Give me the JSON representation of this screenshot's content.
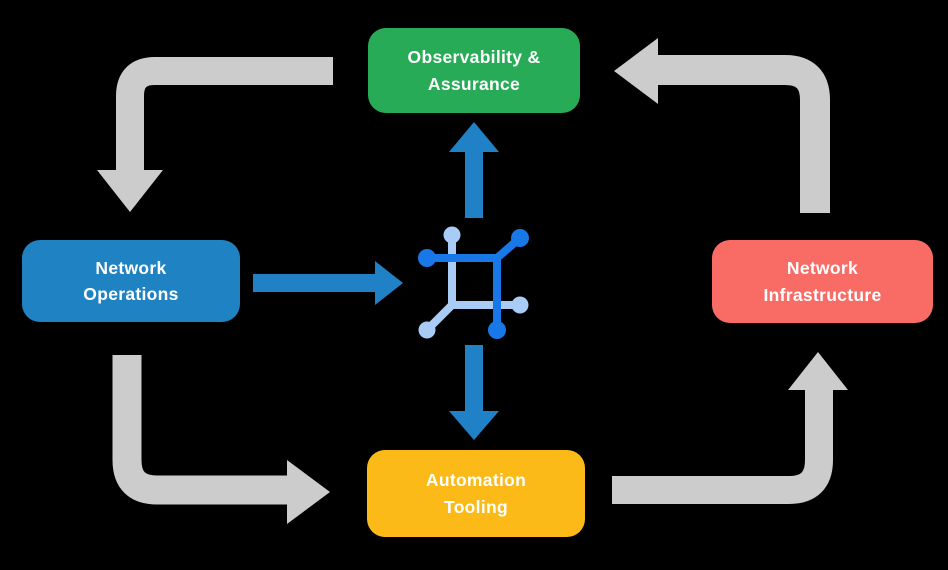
{
  "diagram": {
    "background_color": "#000000",
    "nodes": [
      {
        "id": "observability-assurance",
        "label": "Observability &\nAssurance",
        "color": "#27AB57",
        "text_color": "#FFFFFF"
      },
      {
        "id": "network-operations",
        "label": "Network\nOperations",
        "color": "#1F82C3",
        "text_color": "#FFFFFF"
      },
      {
        "id": "network-infrastructure",
        "label": "Network\nInfrastructure",
        "color": "#F96B65",
        "text_color": "#FFFFFF"
      },
      {
        "id": "automation-tooling",
        "label": "Automation\nTooling",
        "color": "#FBBA17",
        "text_color": "#FFFFFF"
      }
    ],
    "center_icon": {
      "name": "network-mesh-icon",
      "primary_color": "#1878E8",
      "secondary_color": "#A9CCF6"
    },
    "arrows": {
      "cycle_color": "#CCCCCC",
      "io_color": "#2181C6",
      "cycle_flow": [
        "observability-assurance -> network-operations",
        "network-operations -> automation-tooling",
        "automation-tooling -> network-infrastructure",
        "network-infrastructure -> observability-assurance"
      ],
      "io_flow": [
        "network-operations -> center-icon",
        "center-icon -> observability-assurance",
        "center-icon -> automation-tooling"
      ]
    }
  }
}
